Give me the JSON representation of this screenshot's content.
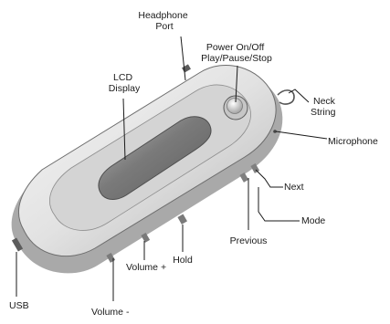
{
  "labels": {
    "headphone_port_line1": "Headphone",
    "headphone_port_line2": "Port",
    "power_line1": "Power On/Off",
    "power_line2": "Play/Pause/Stop",
    "lcd_line1": "LCD",
    "lcd_line2": "Display",
    "neck_line1": "Neck",
    "neck_line2": "String",
    "microphone": "Microphone",
    "next": "Next",
    "mode": "Mode",
    "previous": "Previous",
    "hold": "Hold",
    "volume_plus": "Volume +",
    "volume_minus": "Volume -",
    "usb": "USB"
  },
  "colors": {
    "body_fill": "#e6e6e6",
    "body_shadow": "#9a9a9a",
    "screen_fill": "#8c8c8c",
    "text": "#1a1a1a"
  }
}
